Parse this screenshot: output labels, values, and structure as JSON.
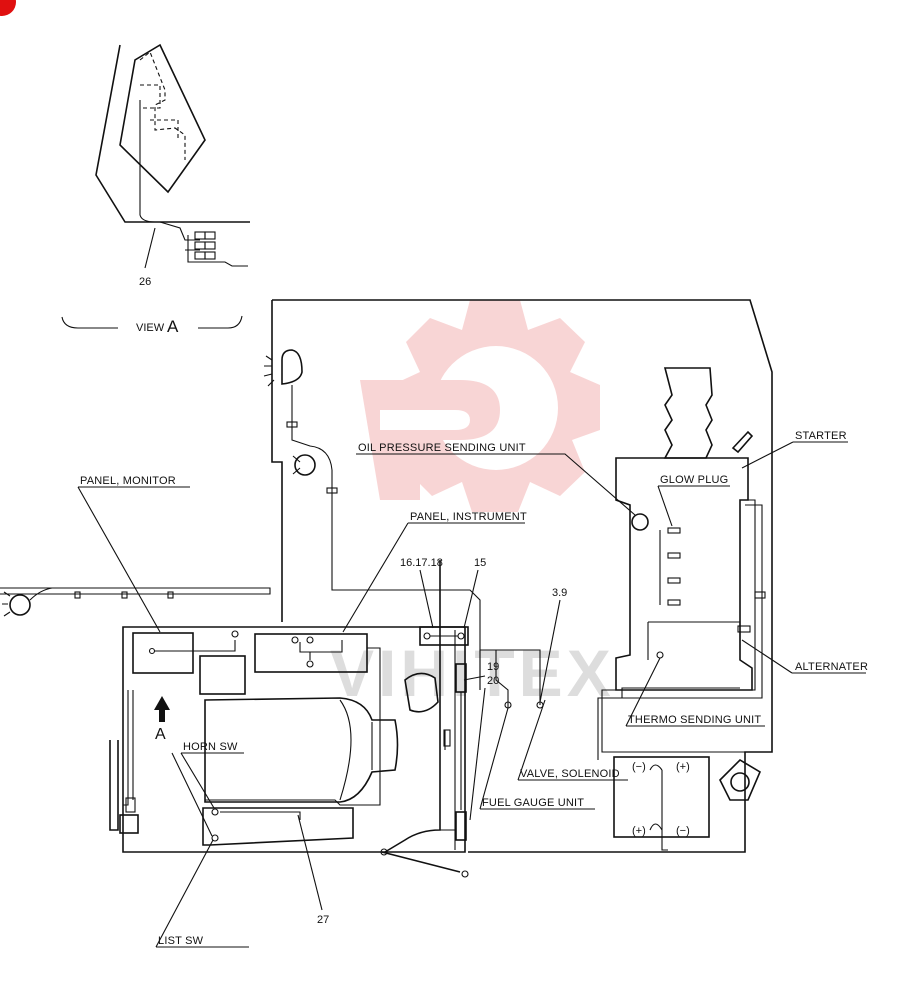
{
  "view": {
    "label": "VIEW",
    "letter": "A",
    "part": "26"
  },
  "arrow": {
    "letter": "A"
  },
  "labels": {
    "panel_monitor": "PANEL, MONITOR",
    "panel_instrument": "PANEL, INSTRUMENT",
    "oil_pressure": "OIL PRESSURE SENDING UNIT",
    "starter": "STARTER",
    "glow_plug": "GLOW PLUG",
    "alternator": "ALTERNATER",
    "thermo": "THERMO SENDING UNIT",
    "valve": "VALVE, SOLENOID",
    "fuel_gauge": "FUEL GAUGE UNIT",
    "horn_sw": "HORN SW",
    "list_sw": "LIST SW"
  },
  "numbers": {
    "n161718": "16.17.18",
    "n15": "15",
    "n39": "3.9",
    "n19": "19",
    "n20": "20",
    "n27": "27"
  },
  "battery": {
    "neg1": "(−)",
    "pos1": "(+)",
    "pos2": "(+)",
    "neg2": "(−)"
  },
  "watermark": {
    "text": "VIHITEX"
  },
  "colors": {
    "line": "#111111",
    "watermark_red": "#f4b3b3",
    "corner_red": "#e01010"
  }
}
